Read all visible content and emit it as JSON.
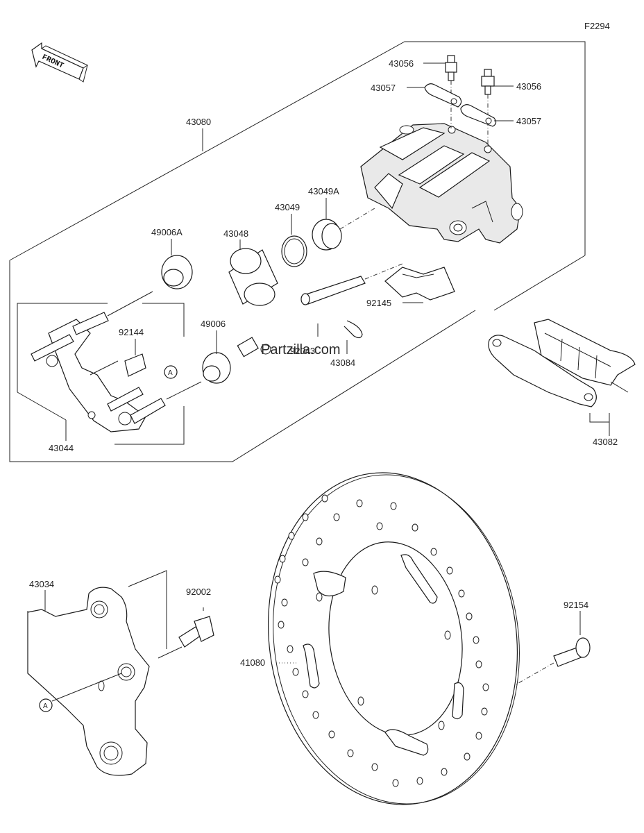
{
  "diagram_id": "F2294",
  "front_arrow": "FRONT",
  "callout_a": "A",
  "watermark": "Partzilla.com",
  "parts": {
    "p43056_top": "43056",
    "p43056_right": "43056",
    "p43057_left": "43057",
    "p43057_right": "43057",
    "p43080": "43080",
    "p43049A": "43049A",
    "p43049": "43049",
    "p43048": "43048",
    "p49006A": "49006A",
    "p49006": "49006",
    "p92144": "92144",
    "p92145": "92145",
    "p92043": "92043",
    "p43084": "43084",
    "p43044": "43044",
    "p43082": "43082",
    "p43034": "43034",
    "p92002": "92002",
    "p92154": "92154",
    "p41080": "41080"
  },
  "colors": {
    "line": "#222222",
    "background": "#ffffff"
  }
}
